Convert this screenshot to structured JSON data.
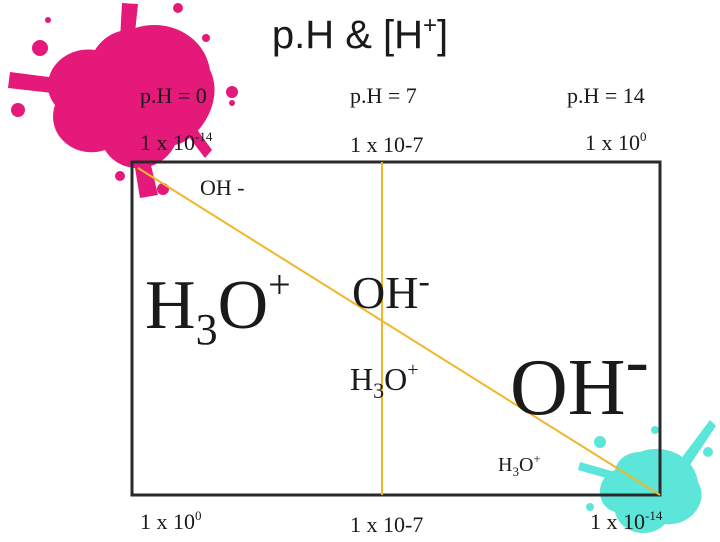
{
  "title": {
    "main": "p.H & [H",
    "sup": "+",
    "end": "]"
  },
  "top_row": {
    "ph_left": "p.H = 0",
    "ph_mid": "p.H = 7",
    "ph_right": "p.H = 14",
    "conc_left": {
      "base": "1 x 10",
      "exp": "-14"
    },
    "conc_mid": "1 x 10-7",
    "conc_right": {
      "base": "1 x 10",
      "exp": "0"
    }
  },
  "diagram": {
    "oh_small": "OH -",
    "h3o_big": {
      "h": "H",
      "sub": "3",
      "o": "O",
      "sup": "+"
    },
    "oh_mid": {
      "text": "OH",
      "sup": "-"
    },
    "h3o_mid": {
      "h": "H",
      "sub": "3",
      "o": "O",
      "sup": "+"
    },
    "oh_big": {
      "text": "OH",
      "sup": "-"
    },
    "h3o_small": {
      "h": "H",
      "sub": "3",
      "o": "O",
      "sup": "+"
    }
  },
  "bottom_row": {
    "conc_left": {
      "base": "1 x 10",
      "exp": "0"
    },
    "conc_mid": "1 x 10-7",
    "conc_right": {
      "base": "1 x 10",
      "exp": "-14"
    }
  },
  "colors": {
    "splat_pink": "#e4197a",
    "splat_cyan": "#5ce6d9",
    "line_yellow": "#f0b72a",
    "frame": "#2a2a2a"
  }
}
